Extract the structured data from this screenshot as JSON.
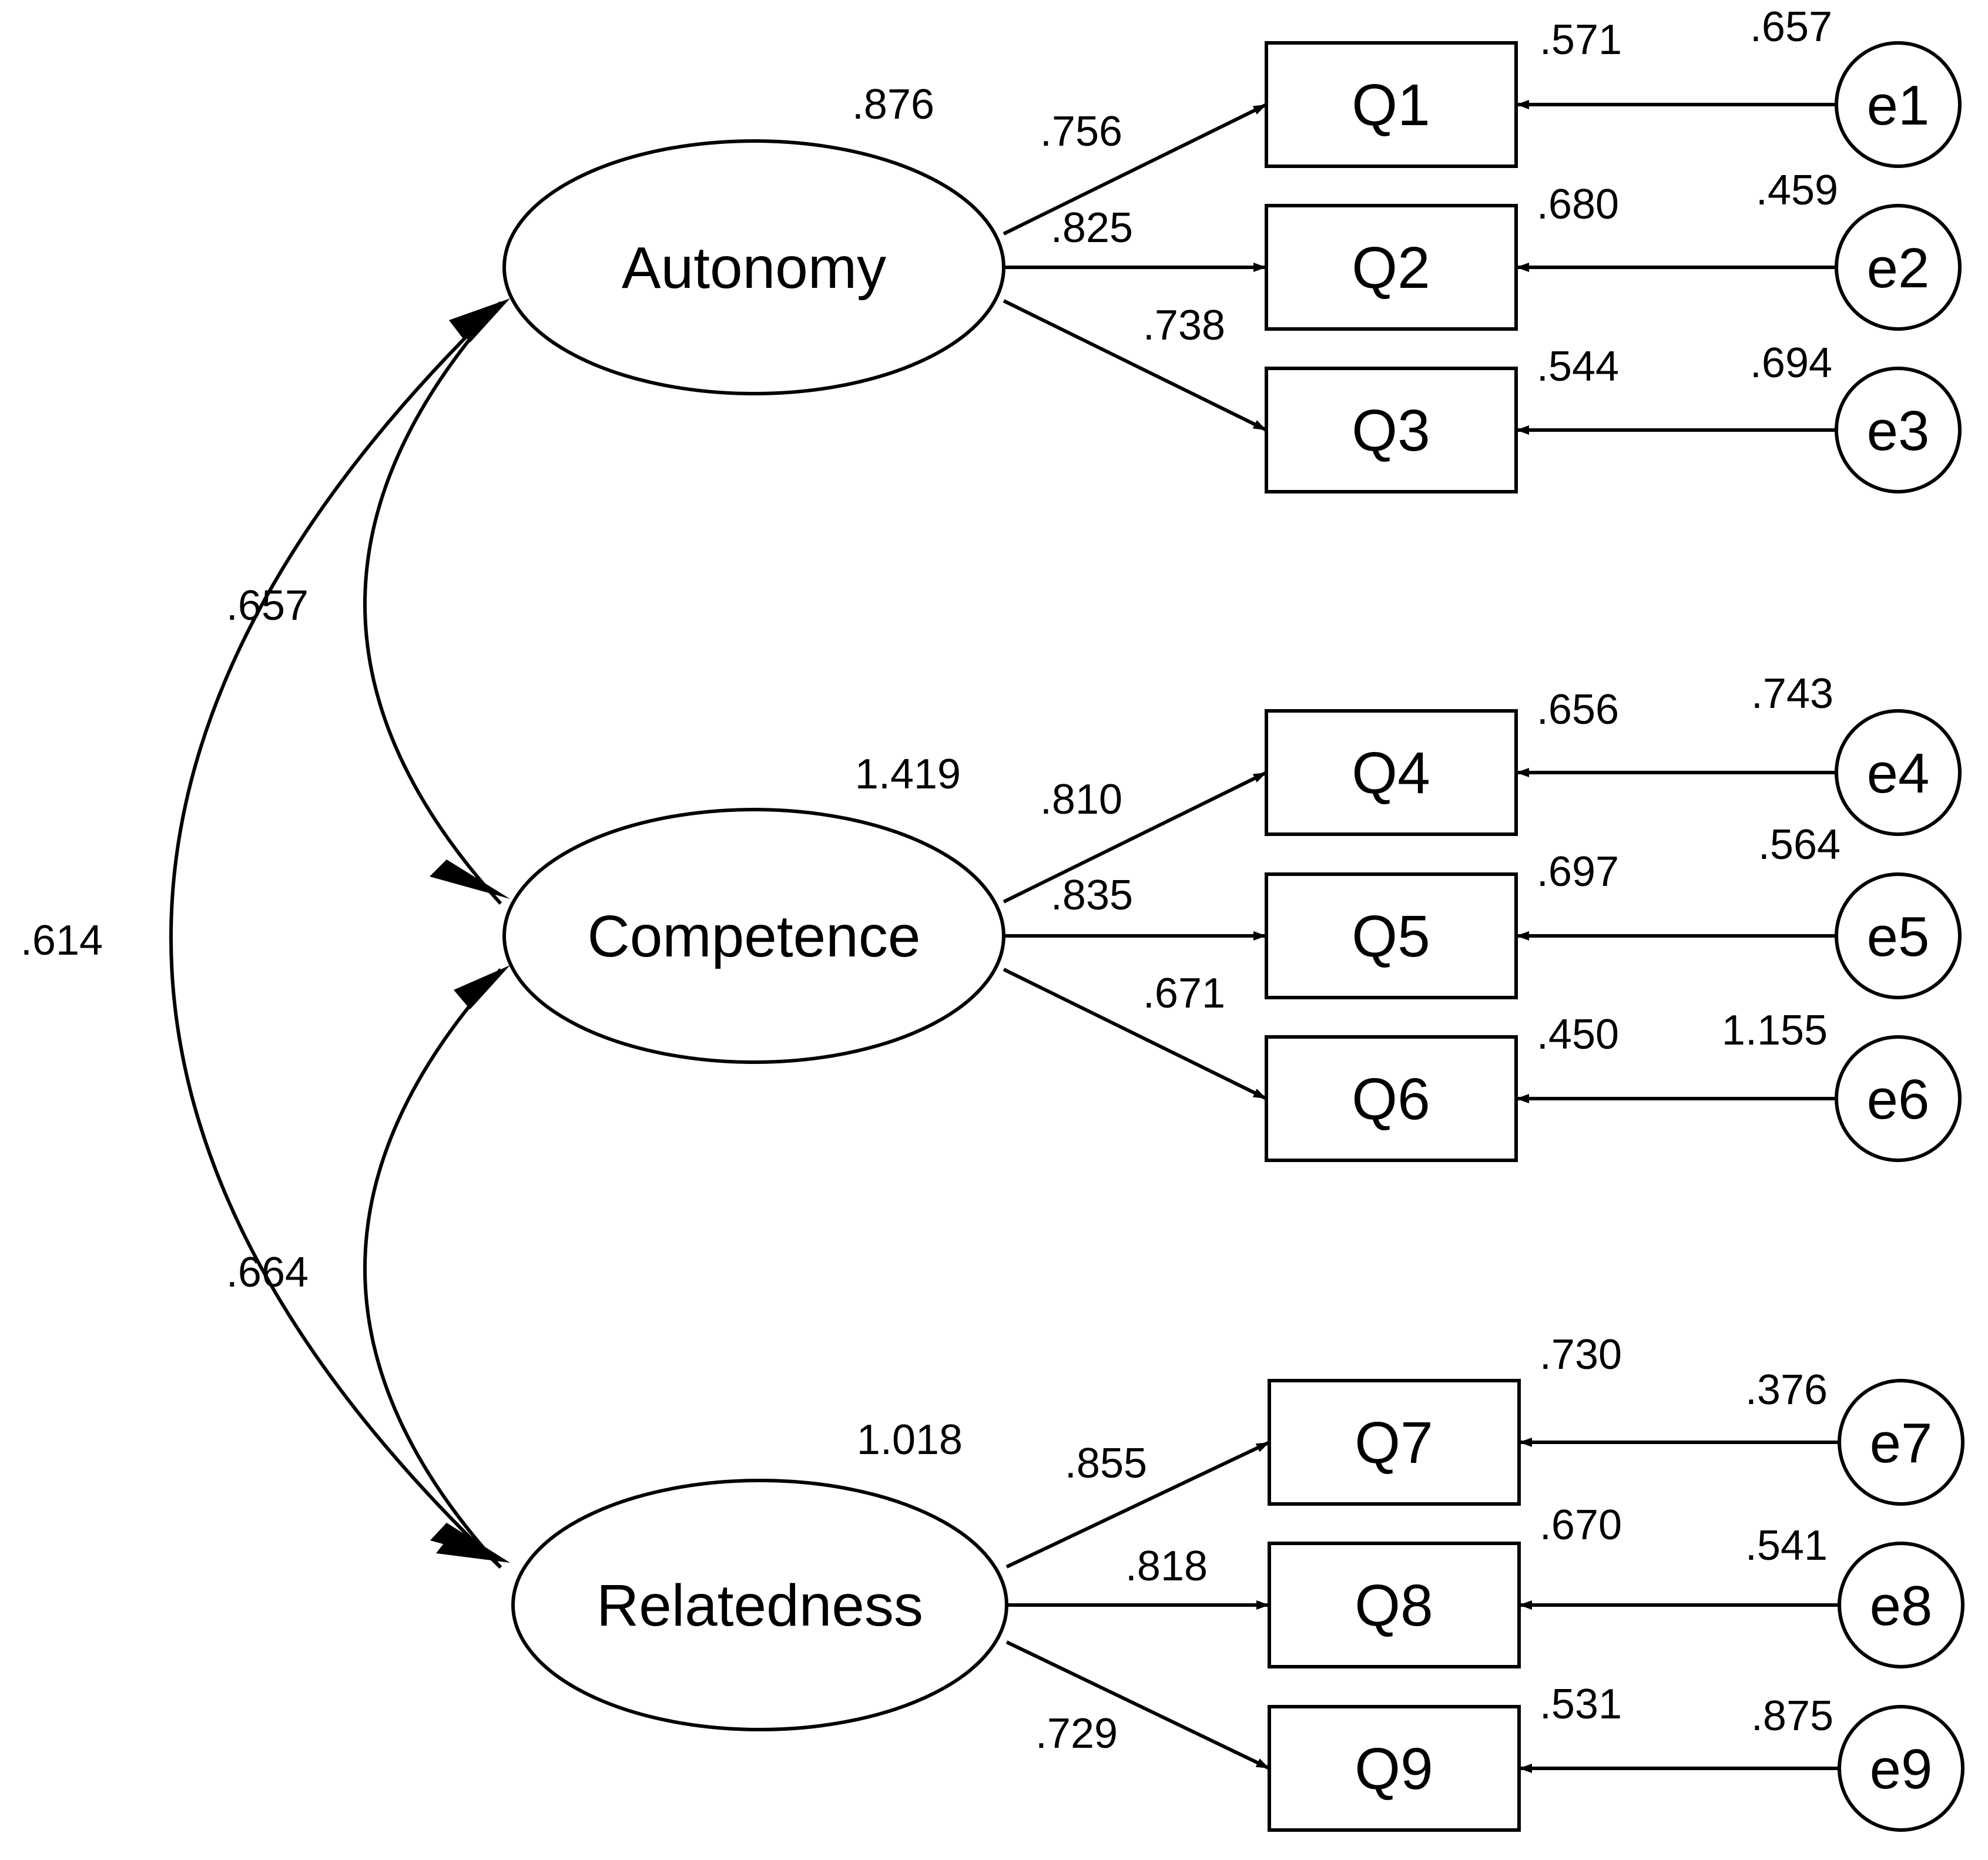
{
  "latents": [
    {
      "id": "autonomy",
      "label": "Autonomy",
      "variance": ".876"
    },
    {
      "id": "competence",
      "label": "Competence",
      "variance": "1.419"
    },
    {
      "id": "relatedness",
      "label": "Relatedness",
      "variance": "1.018"
    }
  ],
  "items": [
    {
      "label": "Q1",
      "factor": "autonomy",
      "loading": ".756",
      "r2": ".571",
      "error": "e1",
      "error_variance": ".657"
    },
    {
      "label": "Q2",
      "factor": "autonomy",
      "loading": ".825",
      "r2": ".680",
      "error": "e2",
      "error_variance": ".459"
    },
    {
      "label": "Q3",
      "factor": "autonomy",
      "loading": ".738",
      "r2": ".544",
      "error": "e3",
      "error_variance": ".694"
    },
    {
      "label": "Q4",
      "factor": "competence",
      "loading": ".810",
      "r2": ".656",
      "error": "e4",
      "error_variance": ".743"
    },
    {
      "label": "Q5",
      "factor": "competence",
      "loading": ".835",
      "r2": ".697",
      "error": "e5",
      "error_variance": ".564"
    },
    {
      "label": "Q6",
      "factor": "competence",
      "loading": ".671",
      "r2": ".450",
      "error": "e6",
      "error_variance": "1.155"
    },
    {
      "label": "Q7",
      "factor": "relatedness",
      "loading": ".855",
      "r2": ".730",
      "error": "e7",
      "error_variance": ".376"
    },
    {
      "label": "Q8",
      "factor": "relatedness",
      "loading": ".818",
      "r2": ".670",
      "error": "e8",
      "error_variance": ".541"
    },
    {
      "label": "Q9",
      "factor": "relatedness",
      "loading": ".729",
      "r2": ".531",
      "error": "e9",
      "error_variance": ".875"
    }
  ],
  "covariances": [
    {
      "from": "autonomy",
      "to": "competence",
      "value": ".657"
    },
    {
      "from": "competence",
      "to": "relatedness",
      "value": ".664"
    },
    {
      "from": "autonomy",
      "to": "relatedness",
      "value": ".614"
    }
  ]
}
